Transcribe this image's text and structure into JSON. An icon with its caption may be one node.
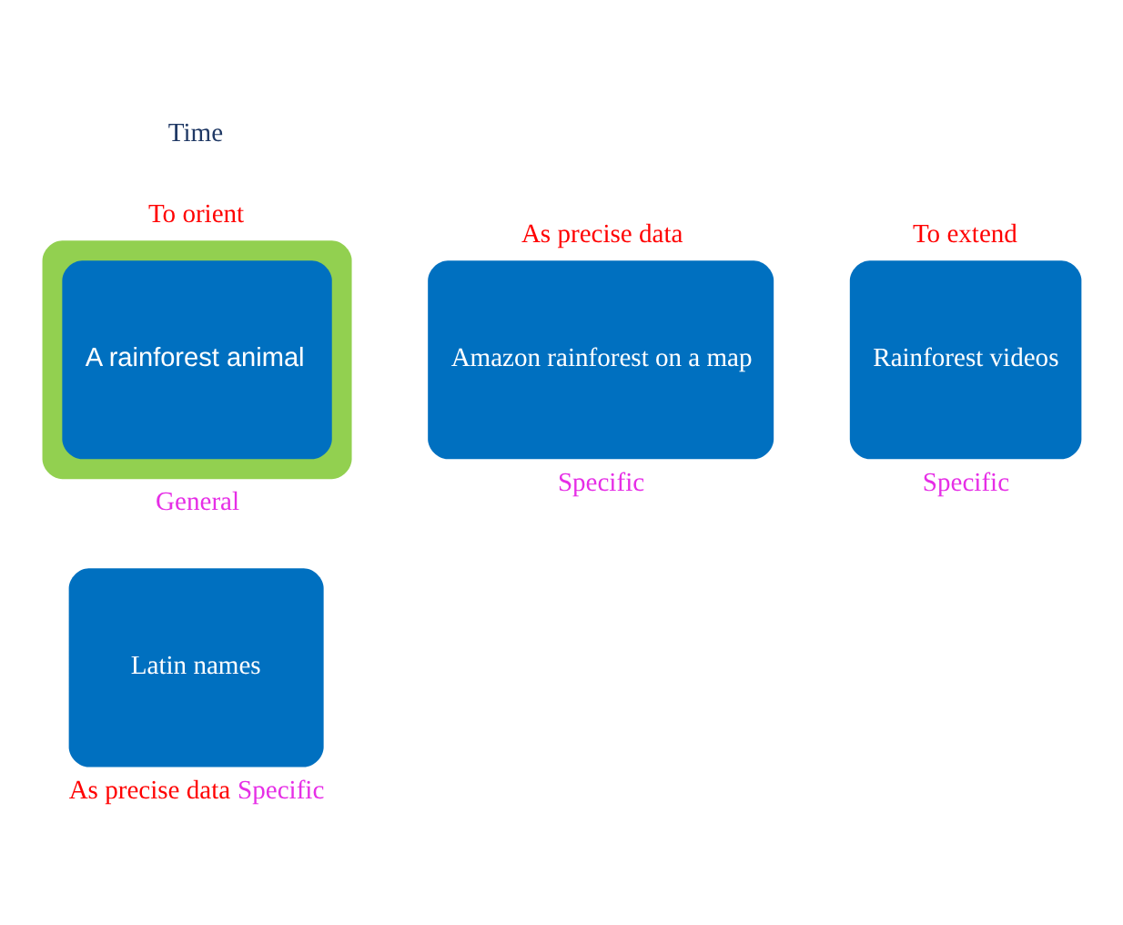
{
  "diagram": {
    "nodes": [
      {
        "text": [
          "A rainforest animal"
        ],
        "beside": [
          "To orient",
          "General"
        ]
      },
      {
        "text": [
          "Amazon rainforest on a map"
        ],
        "beside": [
          "As precise data",
          "Specific"
        ]
      },
      {
        "text": [
          "Rainforest videos"
        ],
        "beside": [
          "To extend",
          "Specific"
        ]
      },
      {
        "text": [
          "Latin names"
        ],
        "beside": [
          "As precise data",
          "Specific"
        ]
      }
    ],
    "labels": [
      "Time"
    ]
  }
}
